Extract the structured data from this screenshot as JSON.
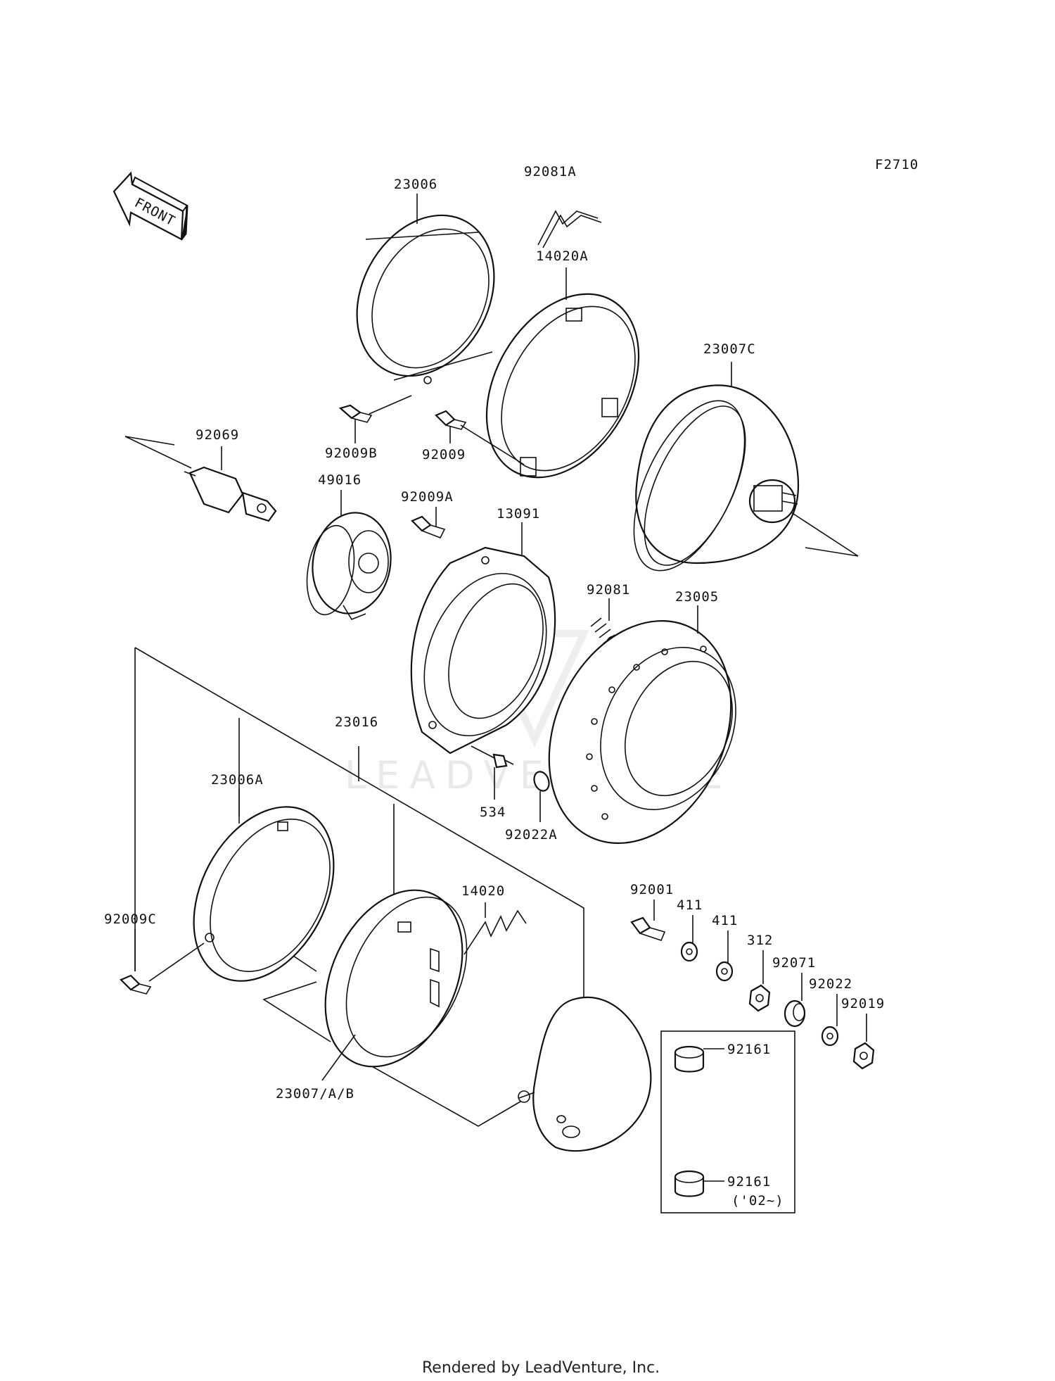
{
  "figure_code": "F2710",
  "front_arrow_label": "FRONT",
  "watermark": "LEADVENTURE",
  "footer": "Rendered by LeadVenture, Inc.",
  "parts": {
    "p23006": "23006",
    "p92081A": "92081A",
    "p14020A": "14020A",
    "p23007C": "23007C",
    "p92069": "92069",
    "p92009B": "92009B",
    "p92009": "92009",
    "p49016": "49016",
    "p92009A": "92009A",
    "p13091": "13091",
    "p92081": "92081",
    "p23005": "23005",
    "p23016": "23016",
    "p23006A": "23006A",
    "p534": "534",
    "p92022A": "92022A",
    "p14020": "14020",
    "p92009C": "92009C",
    "p92001": "92001",
    "p411a": "411",
    "p411b": "411",
    "p312": "312",
    "p92071": "92071",
    "p92022": "92022",
    "p92019": "92019",
    "p23007AB": "23007/A/B",
    "p92161a": "92161",
    "p92161b": "92161",
    "p92161b_note": "('02~)"
  }
}
